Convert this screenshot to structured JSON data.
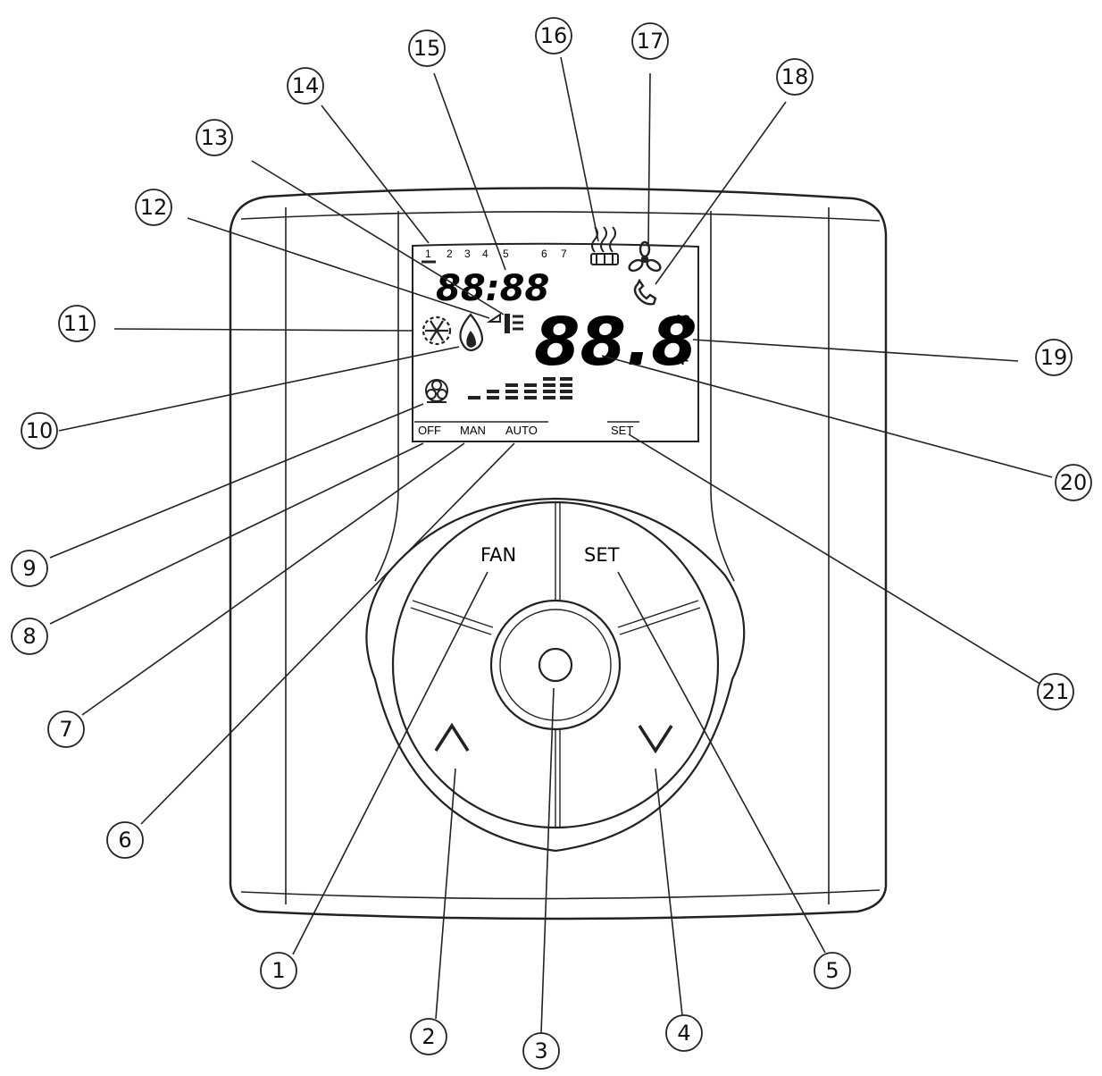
{
  "device": {
    "buttons": {
      "fan_label": "FAN",
      "set_label": "SET"
    },
    "display": {
      "clock": "88:88",
      "temperature": "88.8",
      "unit_c": "°C",
      "unit_f": "°F",
      "days": [
        "1",
        "2",
        "3",
        "4",
        "5",
        "6",
        "7"
      ],
      "modes": {
        "off": "OFF",
        "man": "MAN",
        "auto": "AUTO",
        "set": "SET"
      }
    }
  },
  "callouts": {
    "c1": "1",
    "c2": "2",
    "c3": "3",
    "c4": "4",
    "c5": "5",
    "c6": "6",
    "c7": "7",
    "c8": "8",
    "c9": "9",
    "c10": "10",
    "c11": "11",
    "c12": "12",
    "c13": "13",
    "c14": "14",
    "c15": "15",
    "c16": "16",
    "c17": "17",
    "c18": "18",
    "c19": "19",
    "c20": "20",
    "c21": "21"
  },
  "icons": [
    "snowflake-icon",
    "flame-icon",
    "fan-icon",
    "heater-icon",
    "fan-speed-icon",
    "phone-icon",
    "fan-speed-bars-icon",
    "chevron-up-icon",
    "chevron-down-icon"
  ]
}
